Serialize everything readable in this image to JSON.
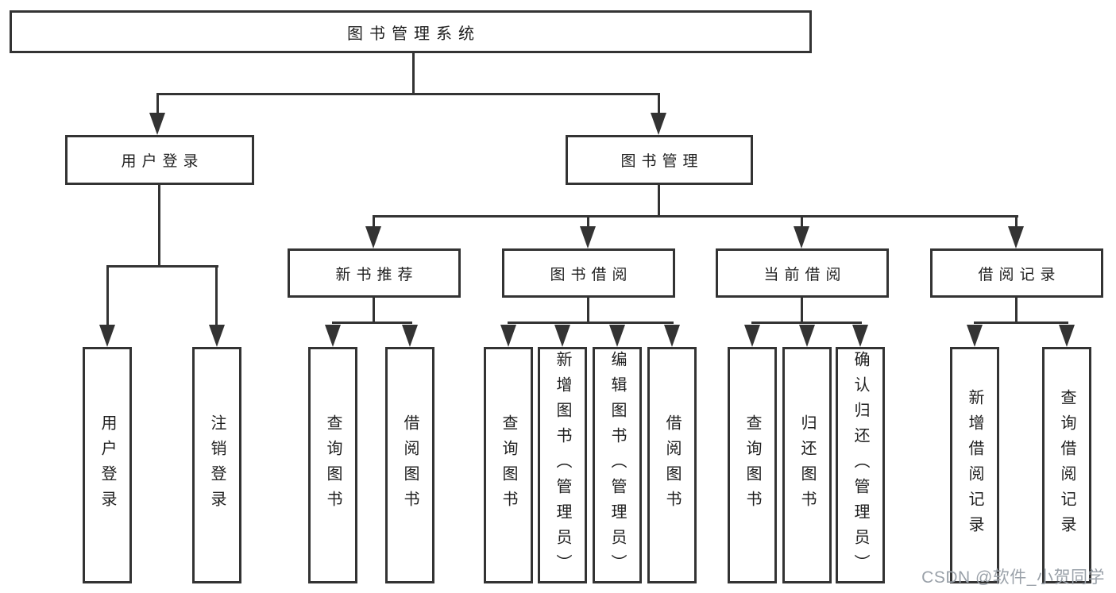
{
  "diagram": {
    "root": {
      "label": "图书管理系统"
    },
    "branches": [
      {
        "label": "用户登录",
        "children": [
          {
            "label": "用户登录"
          },
          {
            "label": "注销登录"
          }
        ]
      },
      {
        "label": "图书管理",
        "children": [
          {
            "label": "新书推荐",
            "children": [
              {
                "label": "查询图书"
              },
              {
                "label": "借阅图书"
              }
            ]
          },
          {
            "label": "图书借阅",
            "children": [
              {
                "label": "查询图书"
              },
              {
                "label": "新增图书（管理员）"
              },
              {
                "label": "编辑图书（管理员）"
              },
              {
                "label": "借阅图书"
              }
            ]
          },
          {
            "label": "当前借阅",
            "children": [
              {
                "label": "查询图书"
              },
              {
                "label": "归还图书"
              },
              {
                "label": "确认归还（管理员）"
              }
            ]
          },
          {
            "label": "借阅记录",
            "children": [
              {
                "label": "新增借阅记录"
              },
              {
                "label": "查询借阅记录"
              }
            ]
          }
        ]
      }
    ],
    "watermark": "CSDN @软件_小贺同学",
    "colors": {
      "line": "#333333",
      "text": "#1f1f1f",
      "watermark": "#9aa1a9",
      "background": "#ffffff"
    }
  }
}
